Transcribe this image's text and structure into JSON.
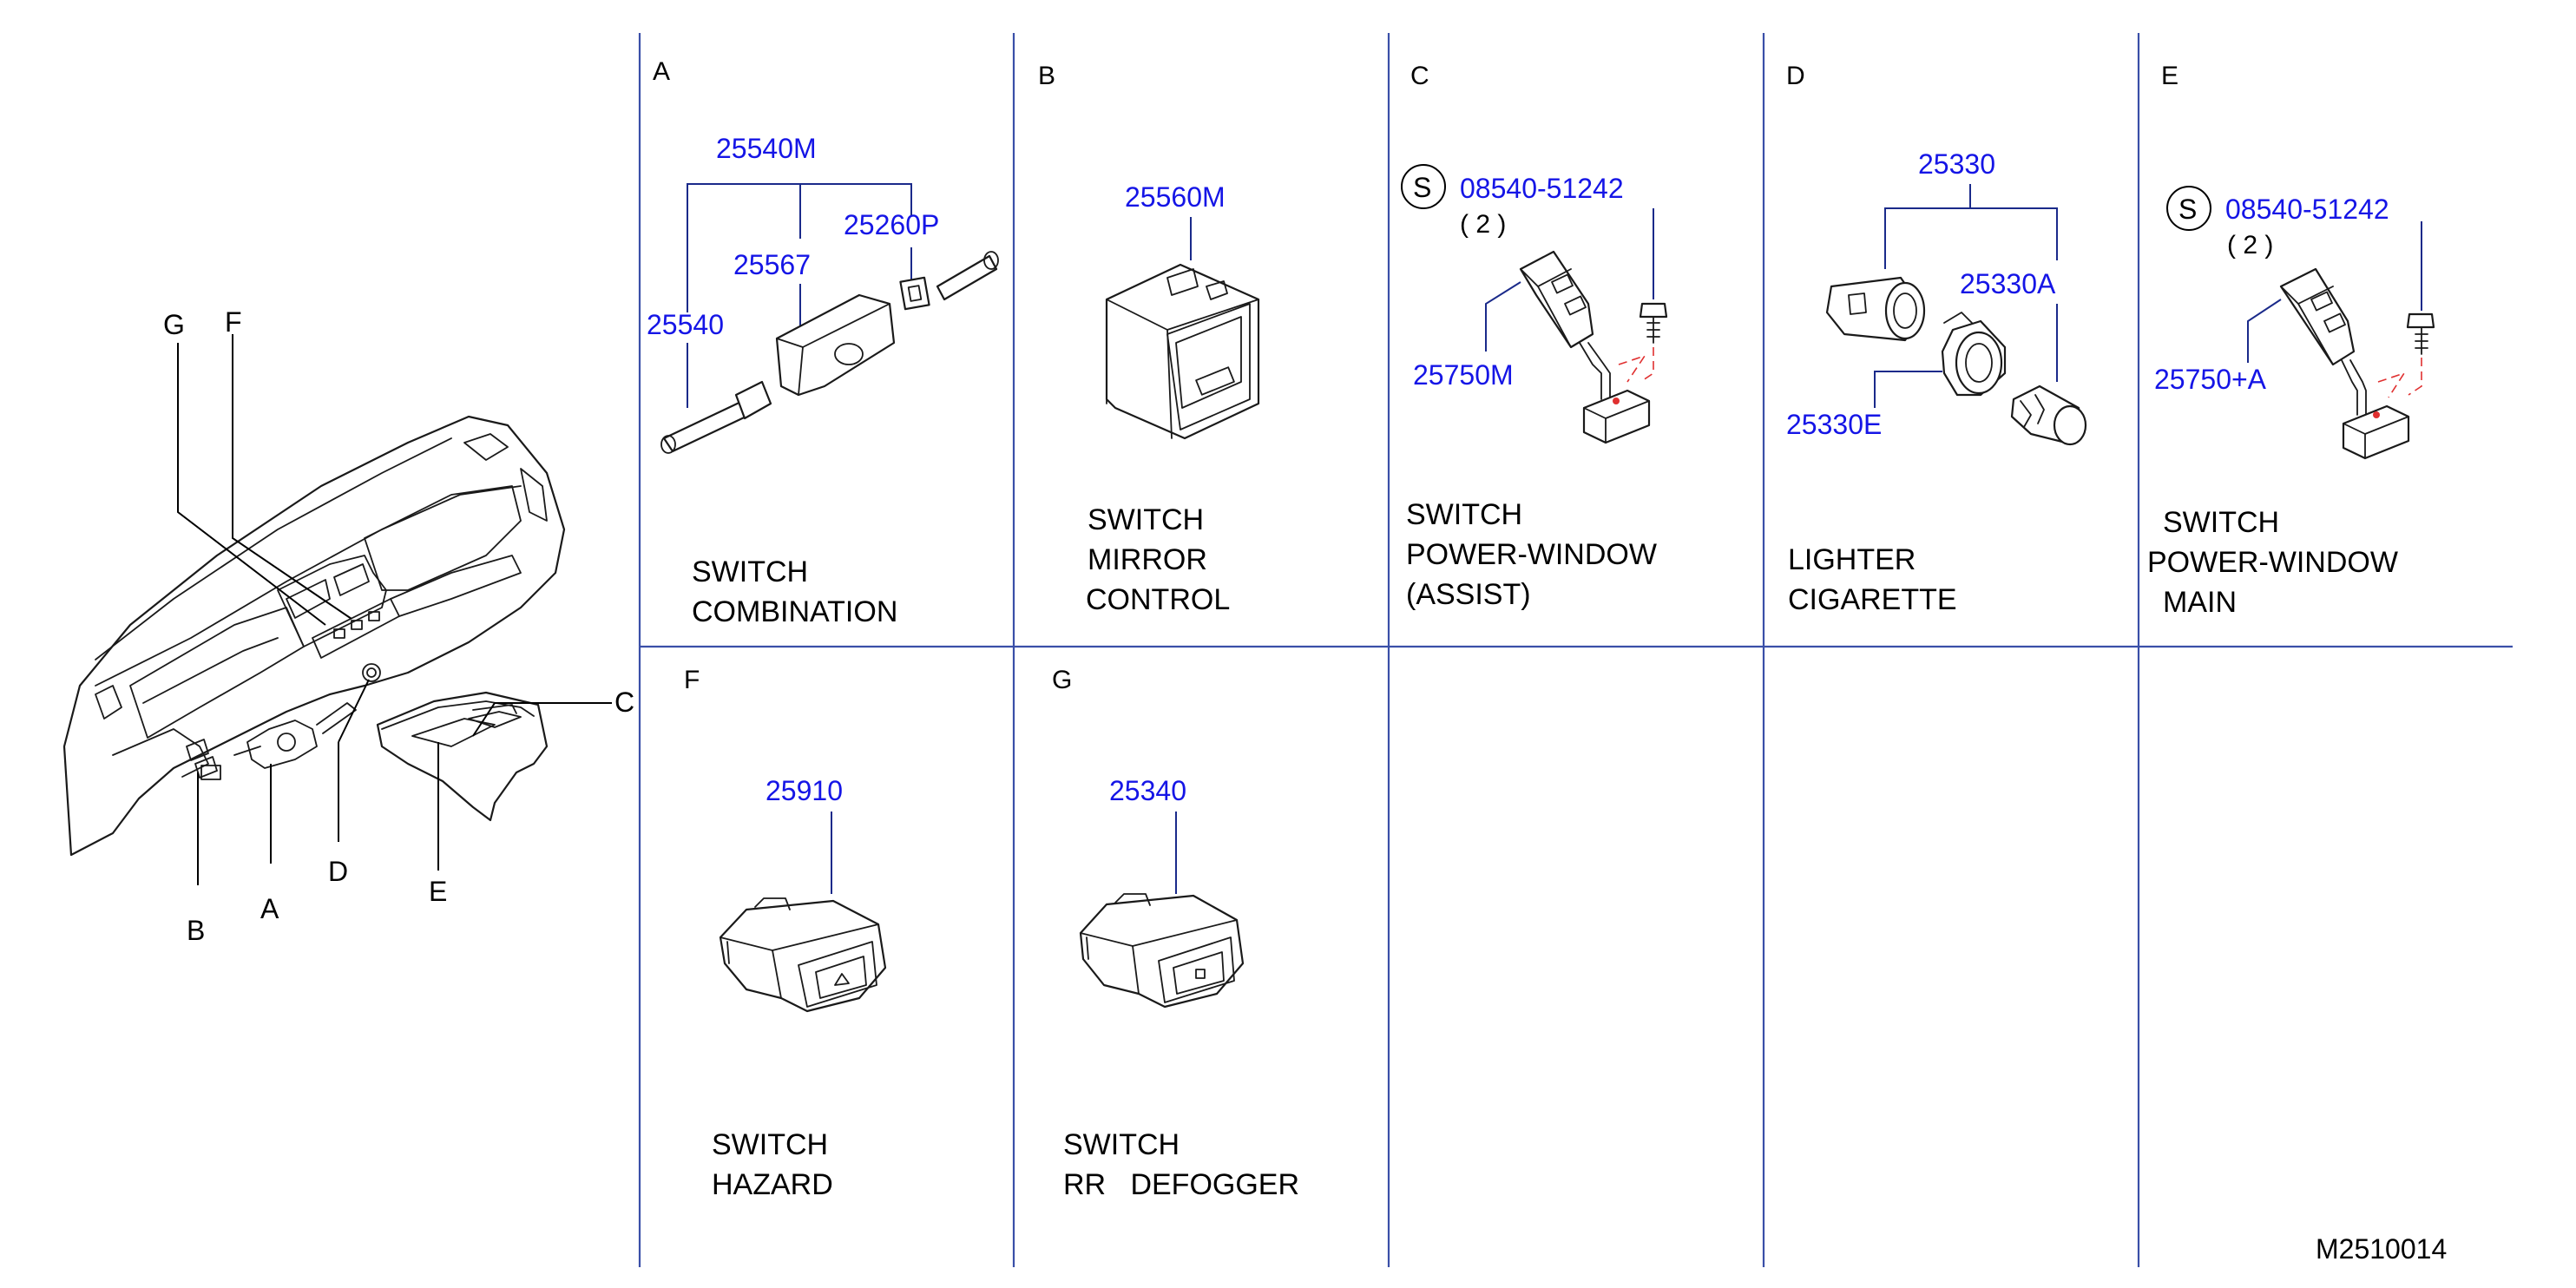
{
  "figure_id": "M2510014",
  "overview": {
    "callouts": {
      "a": "A",
      "b": "B",
      "c": "C",
      "d": "D",
      "e": "E",
      "f": "F",
      "g": "G"
    }
  },
  "cells": {
    "a": {
      "letter": "A",
      "parts": {
        "p1": "25540M",
        "p2": "25567",
        "p3": "25260P",
        "p4": "25540"
      },
      "title": [
        "SWITCH",
        "COMBINATION"
      ]
    },
    "b": {
      "letter": "B",
      "parts": {
        "p1": "25560M"
      },
      "title": [
        "SWITCH",
        "MIRROR",
        "CONTROL"
      ]
    },
    "c": {
      "letter": "C",
      "std_symbol": "S",
      "parts": {
        "p1": "08540-51242",
        "qty": "( 2 )",
        "p2": "25750M"
      },
      "title": [
        "SWITCH",
        "POWER-WINDOW",
        "(ASSIST)"
      ]
    },
    "d": {
      "letter": "D",
      "parts": {
        "p1": "25330",
        "p2": "25330A",
        "p3": "25330E"
      },
      "title": [
        "LIGHTER",
        "CIGARETTE"
      ]
    },
    "e": {
      "letter": "E",
      "std_symbol": "S",
      "parts": {
        "p1": "08540-51242",
        "qty": "( 2 )",
        "p2": "25750+A"
      },
      "title": [
        "SWITCH",
        "POWER-WINDOW",
        "MAIN"
      ]
    },
    "f": {
      "letter": "F",
      "parts": {
        "p1": "25910"
      },
      "title": [
        "SWITCH",
        "HAZARD"
      ]
    },
    "g": {
      "letter": "G",
      "parts": {
        "p1": "25340"
      },
      "title": [
        "SWITCH",
        "RR   DEFOGGER"
      ]
    }
  }
}
